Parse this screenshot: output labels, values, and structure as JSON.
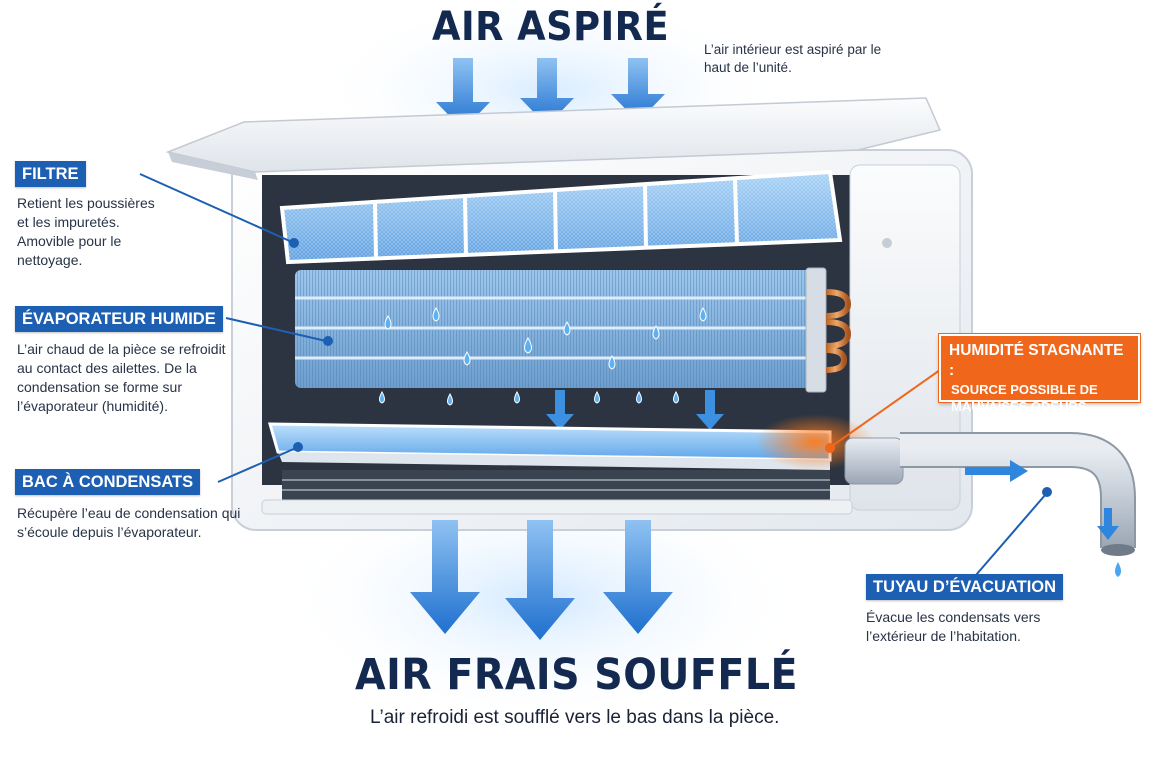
{
  "top": {
    "title": "AIR ASPIRÉ",
    "note": "L’air intérieur est aspiré par le haut de l’unité."
  },
  "bottom": {
    "title": "AIR FRAIS SOUFFLÉ",
    "subtitle": "L’air refroidi est soufflé vers le bas dans la pièce."
  },
  "labels": {
    "filtre": {
      "title": "FILTRE",
      "text": "Retient les poussières et les impuretés. Amovible pour le nettoyage."
    },
    "evaporateur": {
      "title": "ÉVAPORATEUR HUMIDE",
      "text": "L’air chaud de la pièce se refroidit au contact des ailettes. De la condensation se forme sur l’évaporateur (humidité)."
    },
    "bac": {
      "title": "BAC À CONDENSATS",
      "text": "Récupère l’eau de condensation qui s’écoule depuis l’évaporateur."
    },
    "humidite": {
      "title": "HUMIDITÉ STAGNANTE :",
      "text": "SOURCE POSSIBLE DE MAUVAISES ODEURS"
    },
    "tuyau": {
      "title": "TUYAU D’ÉVACUATION",
      "text": "Évacue les condensats vers l’extérieur de l’habitation."
    }
  },
  "colors": {
    "label_blue": "#1d5fb2",
    "title_navy": "#13294f",
    "warning_orange": "#f0661b",
    "arrow_blue": "#2f86de"
  }
}
